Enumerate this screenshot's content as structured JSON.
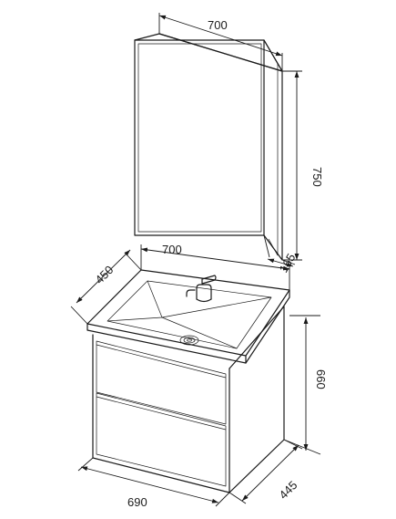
{
  "dimensions": {
    "cabinet_width": "700",
    "cabinet_height": "750",
    "cabinet_depth": "165",
    "basin_width": "700",
    "basin_depth": "450",
    "vanity_height": "660",
    "vanity_width": "690",
    "vanity_depth": "445"
  },
  "colors": {
    "line": "#1a1a1a",
    "background": "#ffffff"
  }
}
